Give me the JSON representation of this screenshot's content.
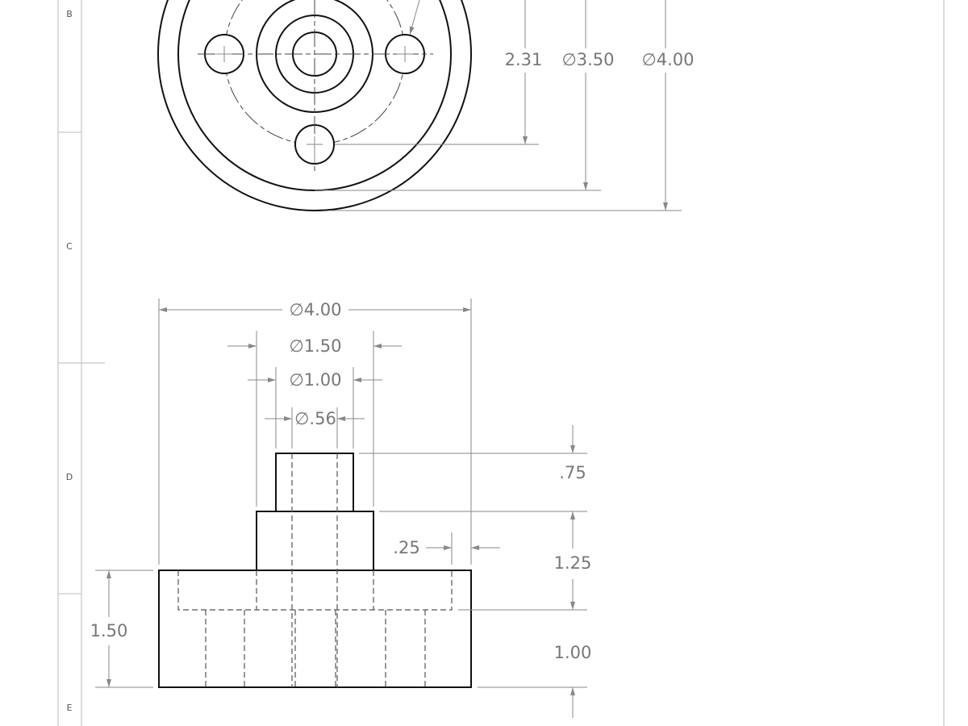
{
  "zones": [
    "B",
    "C",
    "D",
    "E"
  ],
  "top_view": {
    "dims": {
      "bolt_offset": "2.31",
      "inner_dia": "∅3.50",
      "outer_dia": "∅4.00"
    }
  },
  "front_view": {
    "dims": {
      "dia_base": "∅4.00",
      "dia_mid": "∅1.50",
      "dia_top": "∅1.00",
      "dia_hole": "∅.56",
      "h_top": ".75",
      "h_mid": "1.25",
      "h_base_lower": "1.00",
      "h_base": "1.50",
      "step": ".25"
    }
  }
}
